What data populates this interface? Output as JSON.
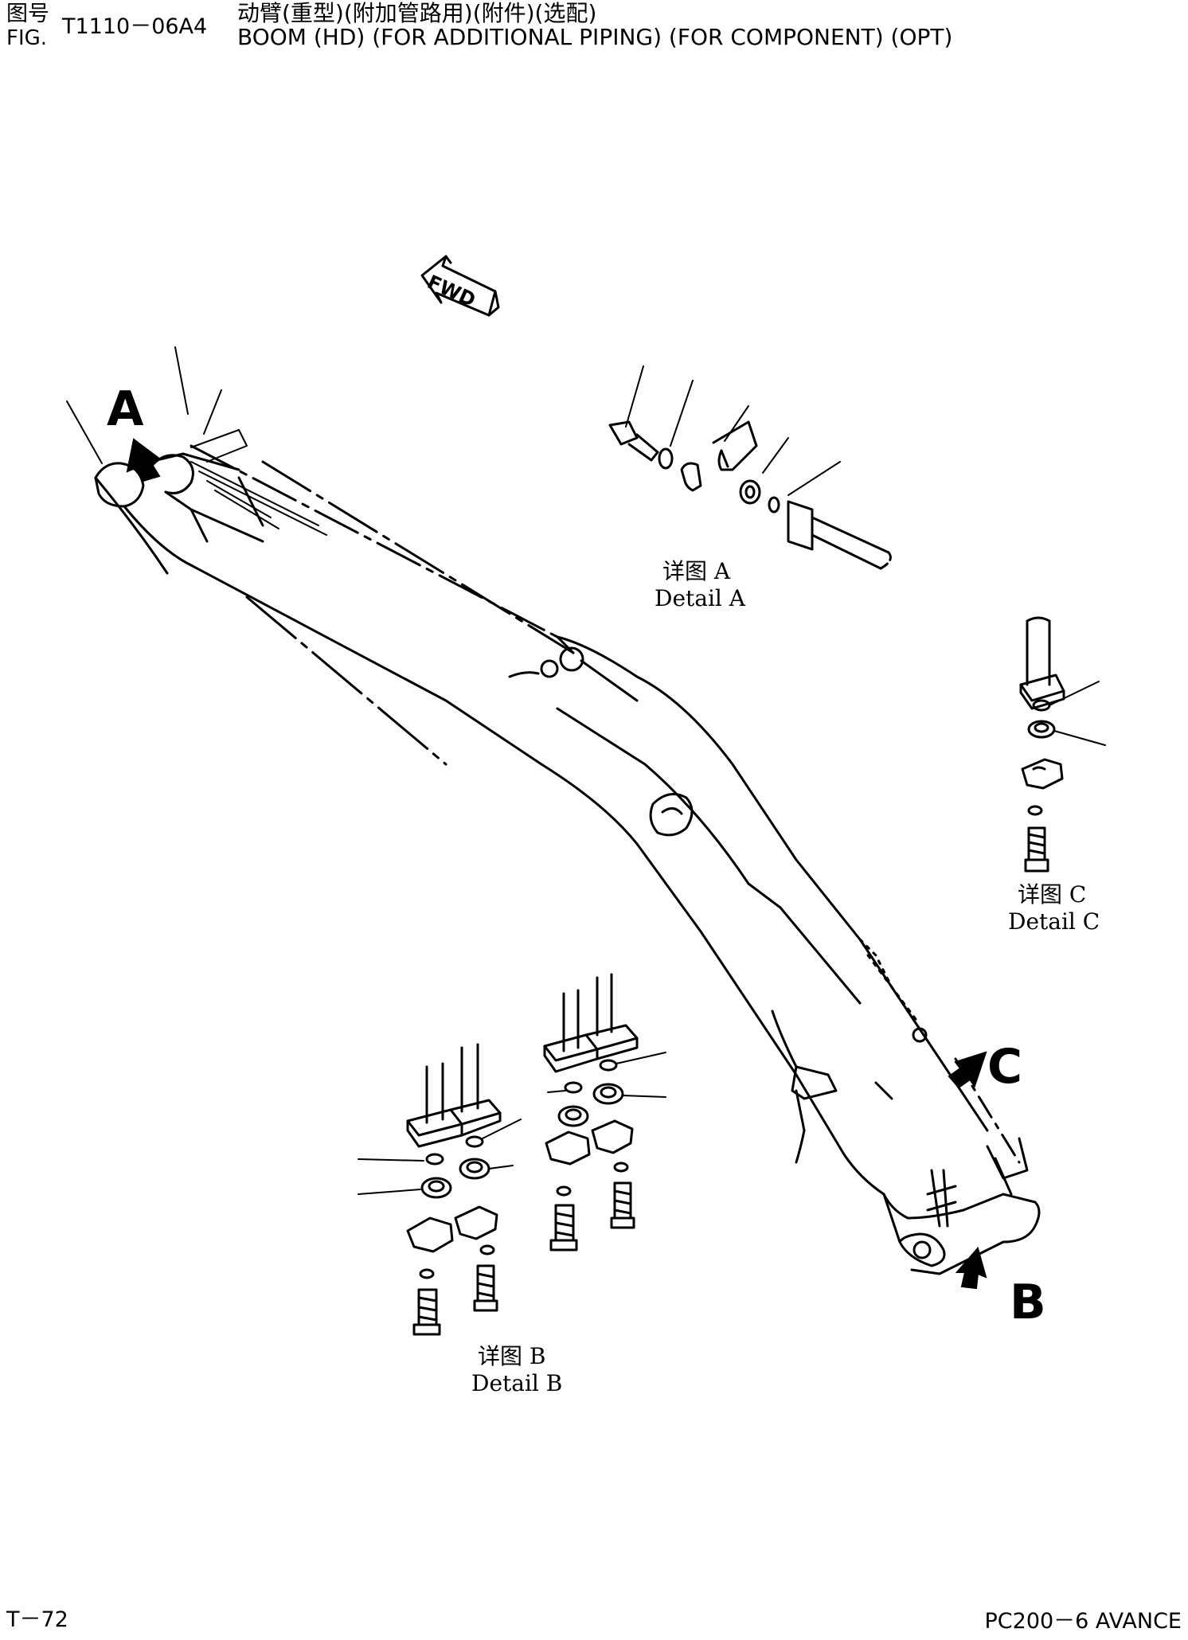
{
  "header": {
    "fig_label_cn": "图号",
    "fig_label_en": "FIG.",
    "fig_number": "T1110－06A4",
    "title_cn": "动臂(重型)(附加管路用)(附件)(选配)",
    "title_en": "BOOM (HD) (FOR ADDITIONAL PIPING) (FOR COMPONENT) (OPT)"
  },
  "diagram": {
    "fwd_label": "FWD",
    "callout_a": "A",
    "callout_b": "B",
    "callout_c": "C",
    "detail_a_cn": "详图 A",
    "detail_a_en": "Detail A",
    "detail_b_cn": "详图 B",
    "detail_b_en": "Detail B",
    "detail_c_cn": "详图 C",
    "detail_c_en": "Detail C"
  },
  "footer": {
    "page": "T－72",
    "model": "PC200－6 AVANCE"
  }
}
